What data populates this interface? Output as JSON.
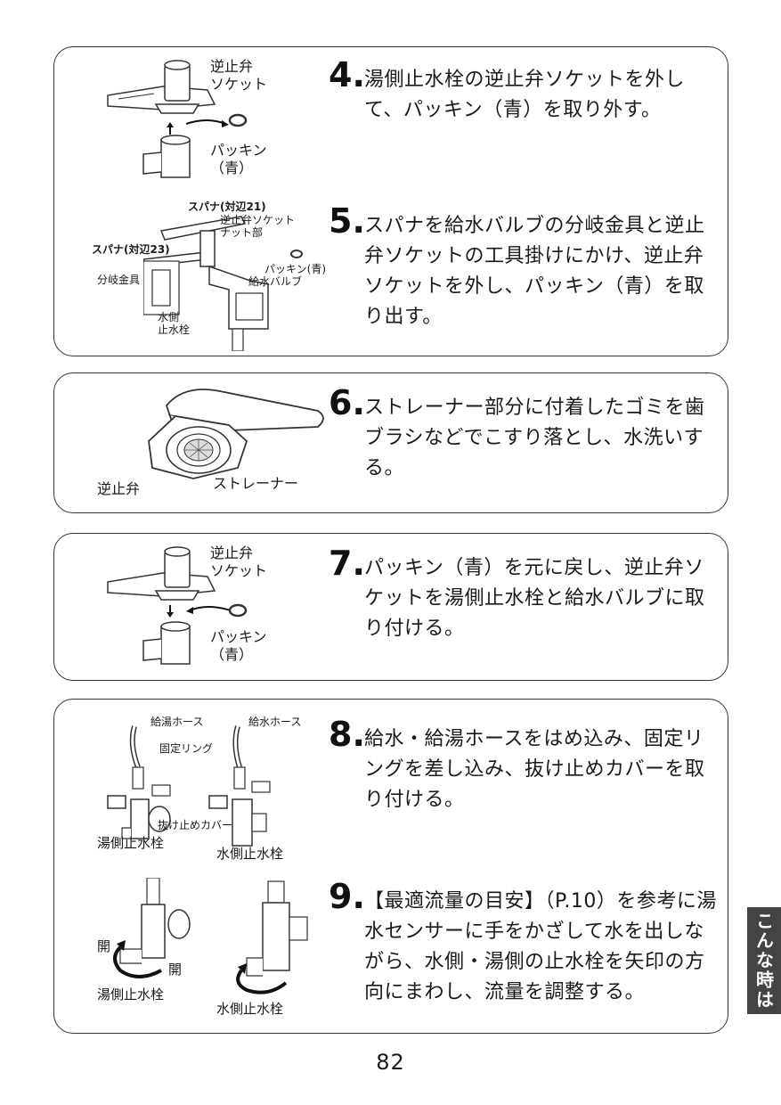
{
  "steps": [
    {
      "num": "4.",
      "text": "湯側止水栓の逆止弁ソケットを外して、パッキン（青）を取り外す。"
    },
    {
      "num": "5.",
      "text": "スパナを給水バルブの分岐金具と逆止弁ソケットの工具掛けにかけ、逆止弁ソケットを外し、パッキン（青）を取り出す。"
    },
    {
      "num": "6.",
      "text": "ストレーナー部分に付着したゴミを歯ブラシなどでこすり落とし、水洗いする。"
    },
    {
      "num": "7.",
      "text": "パッキン（青）を元に戻し、逆止弁ソケットを湯側止水栓と給水バルブに取り付ける。"
    },
    {
      "num": "8.",
      "text": "給水・給湯ホースをはめ込み、固定リングを差し込み、抜け止めカバーを取り付ける。"
    },
    {
      "num": "9.",
      "text": "【最適流量の目安】（P.10）を参考に湯水センサーに手をかざして水を出しながら、水側・湯側の止水栓を矢印の方向にまわし、流量を調整する。"
    }
  ],
  "fig4": {
    "socket": "逆止弁\nソケット",
    "packing": "パッキン\n（青）"
  },
  "fig5": {
    "spanner21": "スパナ(対辺21)",
    "spanner23": "スパナ(対辺23)",
    "socket_nut": "逆止弁ソケット\nナット部",
    "packing": "パッキン(青)",
    "branch": "分岐金具",
    "valve": "給水バルブ",
    "stopcock": "水側\n止水栓"
  },
  "fig6": {
    "check_valve": "逆止弁",
    "strainer": "ストレーナー"
  },
  "fig7": {
    "socket": "逆止弁\nソケット",
    "packing": "パッキン\n（青）"
  },
  "fig8": {
    "hot_hose": "給湯ホース",
    "cold_hose": "給水ホース",
    "ring": "固定リング",
    "cover": "抜け止めカバー",
    "hot_stop": "湯側止水栓",
    "cold_stop": "水側止水栓"
  },
  "fig9": {
    "open1": "開",
    "open2": "開",
    "hot_stop": "湯側止水栓",
    "cold_stop": "水側止水栓"
  },
  "side_tab": "こんな時は",
  "page_number": "82"
}
